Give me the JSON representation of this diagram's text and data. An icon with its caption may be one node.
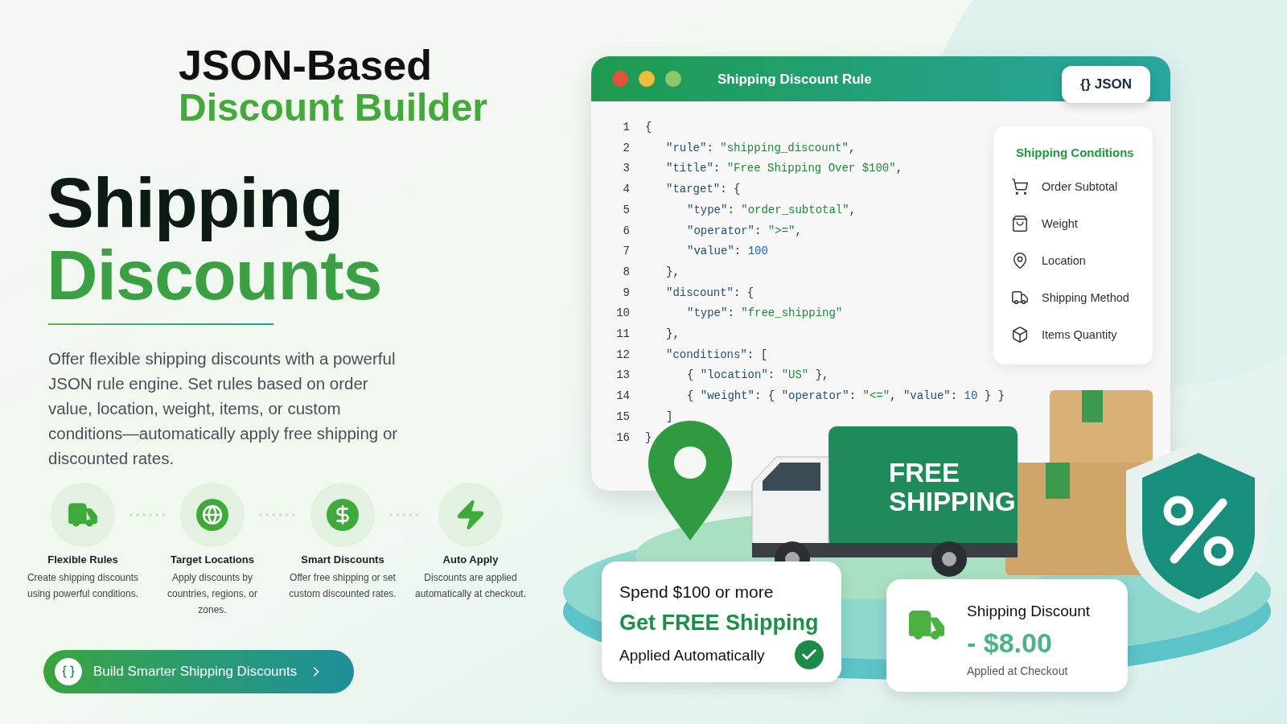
{
  "diagram": {
    "nodes": [
      {
        "text": [
          "Shipping Discount Rule",
          "1",
          "{",
          "2",
          "\"rule\": \"shipping_discount\",",
          "3",
          "\"title\": \"Free Shipping Over $100\",",
          "4",
          "\"target\": {",
          "5",
          "\"type\": \"order_subtotal\",",
          "6",
          "\"operator\": \">=\",",
          "7",
          "\"value\": 100",
          "8",
          "},",
          "9",
          "\"discount\": {",
          "10",
          "\"type\": \"free_shipping\"",
          "11",
          "},",
          "12",
          "\"conditions\": [",
          "13",
          "{ \"location\": \"US\" },",
          "14",
          "{ \"weight\": { \"operator\": \"<=\", \"value\": 10 } }",
          "15",
          "]",
          "16",
          "}"
        ]
      },
      {
        "text": [
          "{} JSON"
        ],
        "in": 0
      },
      {
        "text": [
          "Shipping Conditions",
          "Order Subtotal",
          "Weight",
          "Location",
          "Shipping Method",
          "Items Quantity"
        ],
        "in": 0
      },
      {
        "text": [
          "Flexible Rules",
          "Create shipping discounts using powerful conditions."
        ]
      },
      {
        "text": [
          "Target Locations",
          "Apply discounts by countries, regions, or zones."
        ]
      },
      {
        "text": [
          "Smart Discounts",
          "Offer free shipping or set custom discounted rates."
        ]
      },
      {
        "text": [
          "Auto Apply",
          "Discounts are applied automatically at checkout."
        ]
      },
      {
        "text": [
          "Spend $100 or more",
          "Get FREE Shipping",
          "Applied Automatically"
        ]
      },
      {
        "text": [
          "Shipping Discount",
          "- $8.00",
          "Applied at Checkout"
        ]
      }
    ],
    "edges": [
      {
        "from": 3,
        "to": 4,
        "arrow": "none",
        "style": "dashed"
      },
      {
        "from": 4,
        "to": 5,
        "arrow": "none",
        "style": "dashed"
      },
      {
        "from": 5,
        "to": 6,
        "arrow": "none",
        "style": "dashed"
      }
    ],
    "labels": [
      "JSON-Based",
      "Discount Builder",
      "Shipping",
      "Discounts",
      "Offer flexible shipping discounts with a powerful JSON rule engine. Set rules based on order value, location, weight, items, or custom conditions—automatically apply free shipping or discounted rates.",
      "FREE SHIPPING",
      "Build Smarter Shipping Discounts"
    ]
  }
}
